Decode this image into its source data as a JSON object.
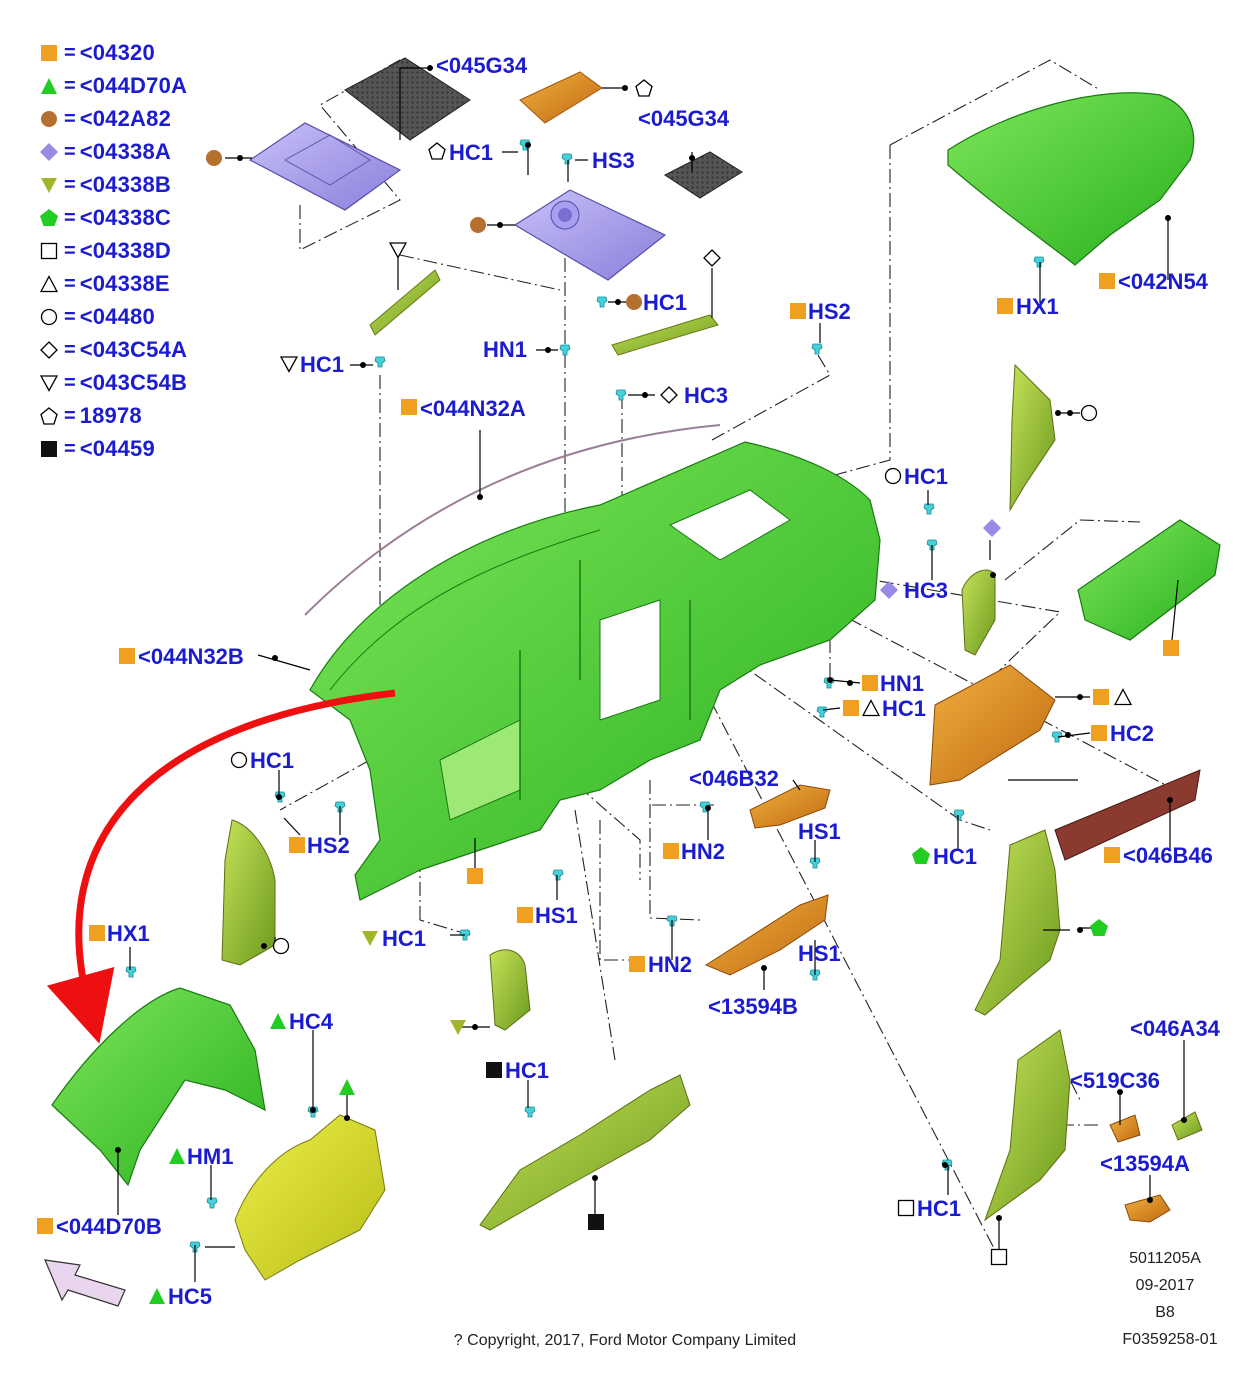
{
  "colors": {
    "label": "#1b1bd0",
    "orange": "#f0a020",
    "green": "#22cc22",
    "brown": "#b5702f",
    "purple": "#9a8ae6",
    "olive": "#a4b52a",
    "part_green": "#4cd236",
    "teal": "#46d0d8",
    "red_arrow": "#ee1010"
  },
  "legend": [
    {
      "symbol": "orange-square",
      "code": "<04320"
    },
    {
      "symbol": "green-triangle",
      "code": "<044D70A"
    },
    {
      "symbol": "brown-circle",
      "code": "<042A82"
    },
    {
      "symbol": "purple-diamond",
      "code": "<04338A"
    },
    {
      "symbol": "olive-down-triangle",
      "code": "<04338B"
    },
    {
      "symbol": "green-pentagon",
      "code": "<04338C"
    },
    {
      "symbol": "open-square",
      "code": "<04338D"
    },
    {
      "symbol": "open-triangle",
      "code": "<04338E"
    },
    {
      "symbol": "open-circle",
      "code": "<04480"
    },
    {
      "symbol": "open-diamond",
      "code": "<043C54A"
    },
    {
      "symbol": "open-down-triangle",
      "code": "<043C54B"
    },
    {
      "symbol": "open-pentagon",
      "code": "18978"
    },
    {
      "symbol": "black-square",
      "code": "<04459"
    }
  ],
  "callouts": {
    "c1": "<045G34",
    "c2": "<045G34",
    "c3": "HC1",
    "c4": "HS3",
    "c5": "HC1",
    "c6": "HC1",
    "c7": "HN1",
    "c8": "HC3",
    "c9": "HS2",
    "c10": "<044N32A",
    "c11": "<042N54",
    "c12": "HX1",
    "c13": "HC1",
    "c14": "HC3",
    "c15": "<044N32B",
    "c16": "HN1",
    "c17": "HC1",
    "c18": "HC2",
    "c19": "<046B32",
    "c20": "HC1",
    "c21": "HS2",
    "c22": "HN2",
    "c23": "HS1",
    "c24": "HC1",
    "c25": "<046B46",
    "c26": "HX1",
    "c27": "HS1",
    "c28": "HC1",
    "c29": "HN2",
    "c30": "HS1",
    "c31": "<13594B",
    "c32": "HC4",
    "c33": "HM1",
    "c34": "HC1",
    "c35": "<046A34",
    "c36": "<519C36",
    "c37": "<13594A",
    "c38": "<044D70B",
    "c39": "HC1",
    "c40": "HC5"
  },
  "footer": {
    "code": "5011205A",
    "date": "09-2017",
    "rev": "B8",
    "figure": "F0359258-01",
    "copyright": "? Copyright, 2017, Ford Motor Company Limited"
  }
}
